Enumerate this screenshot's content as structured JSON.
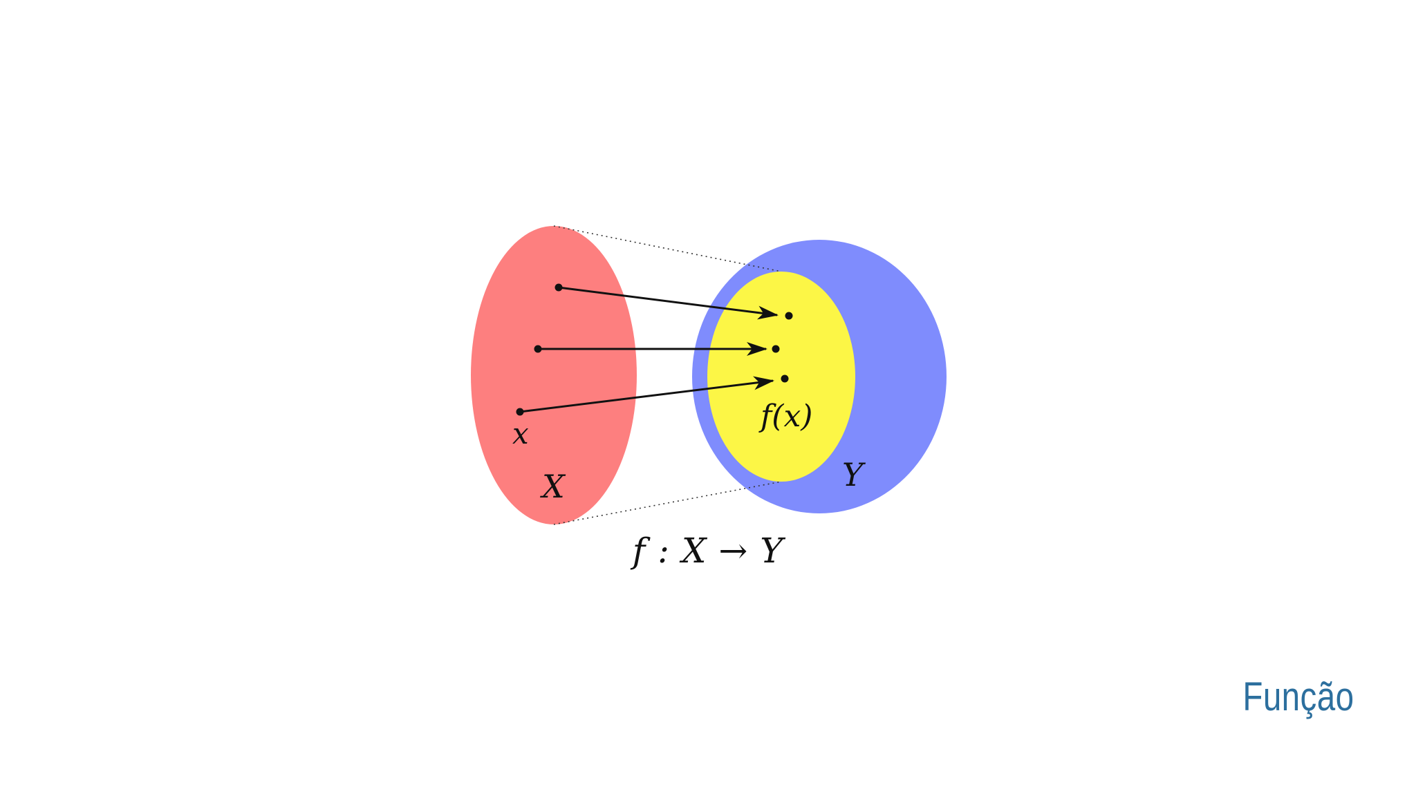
{
  "diagram": {
    "domain_label": "X",
    "codomain_label": "Y",
    "element_label": "x",
    "image_label": "f(x)",
    "notation": "f : X → Y",
    "colors": {
      "domain_fill": "#fd7f7f",
      "codomain_fill": "#7f8cfd",
      "image_fill": "#fcf646",
      "arrow": "#111111",
      "dots": "#111111"
    }
  },
  "brand": {
    "text": "Função",
    "color": "#2c6f9e"
  }
}
